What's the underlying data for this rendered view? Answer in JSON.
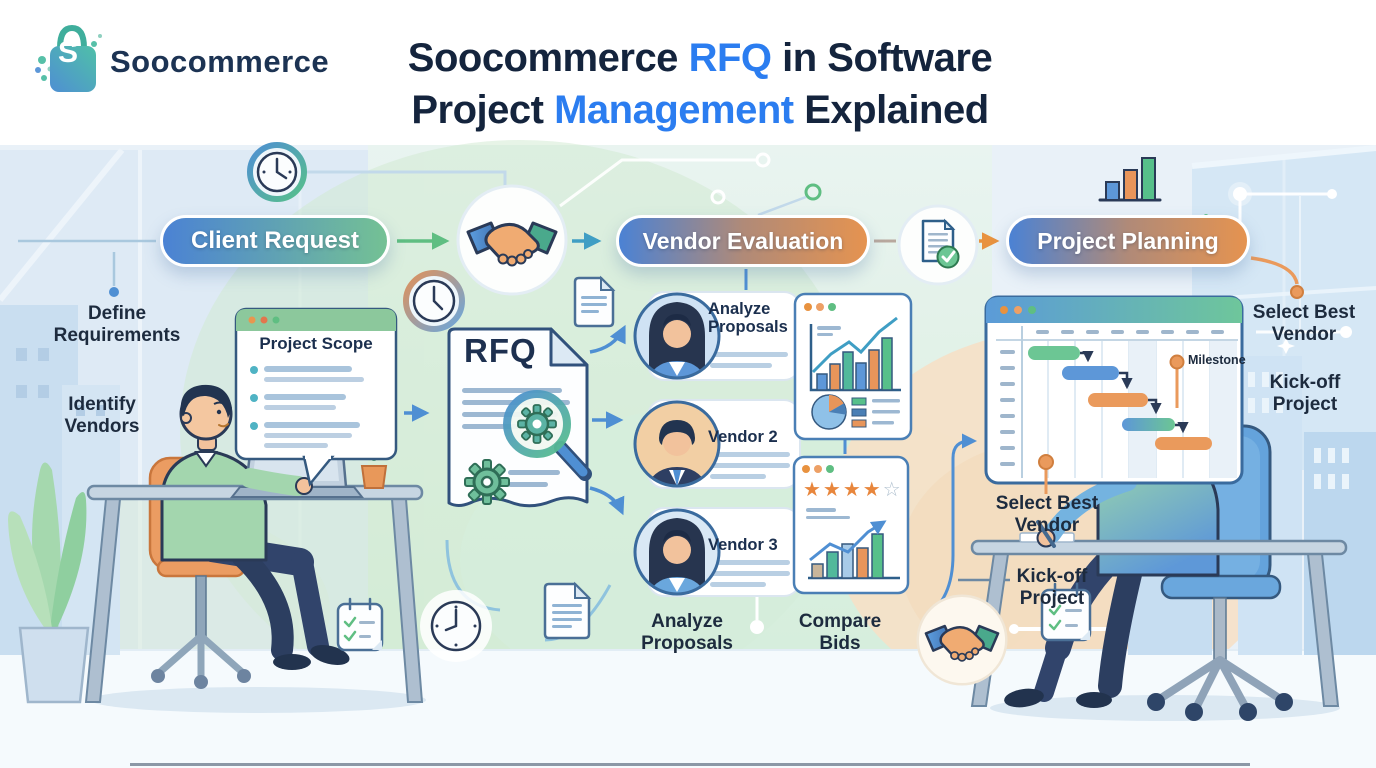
{
  "brand": {
    "name": "Soocommerce",
    "initial": "S"
  },
  "title": {
    "line1": {
      "part1": "Soocommerce",
      "part2": "RFQ",
      "part3": "in Software"
    },
    "line2": {
      "part1": "Project",
      "part2": "Management",
      "part3": "Explained"
    }
  },
  "stages": [
    {
      "label": "Client Request"
    },
    {
      "label": "Vendor Evaluation"
    },
    {
      "label": "Project Planning"
    }
  ],
  "labels": {
    "define_requirements": "Define Requirements",
    "identify_vendors": "Identify Vendors",
    "select_best_vendor": "Select Best Vendor",
    "kick_off_project": "Kick-off Project",
    "analyze_proposals": "Analyze Proposals",
    "compare_bids": "Compare Bids",
    "milestone": "Milestone"
  },
  "documents": {
    "rfq_title": "RFQ",
    "project_scope_title": "Project Scope"
  },
  "vendors": [
    {
      "label": "Analyze Proposals"
    },
    {
      "label": "Vendor 2"
    },
    {
      "label": "Vendor 3"
    }
  ],
  "rating": {
    "filled_stars": "★★★★",
    "empty_stars": "☆"
  },
  "colors": {
    "accent_blue": "#2B7DF0",
    "navy": "#14243D",
    "green": "#5FBE82",
    "orange": "#E8923F",
    "pill_blue_green": [
      "#4B82D4",
      "#74C194"
    ],
    "pill_blue_orange": [
      "#4B82D4",
      "#E59350"
    ]
  },
  "icons": {
    "shopping-bag-icon": "svg-shape",
    "handshake-icon": "svg-shape",
    "document-check-icon": "svg-shape",
    "clock-icon": "svg-shape",
    "bar-chart-icon": "svg-shape",
    "magnifier-gear-icon": "svg-shape",
    "notepad-icon": "svg-shape",
    "document-icon": "svg-shape",
    "milestone-pin-icon": "svg-circle"
  }
}
